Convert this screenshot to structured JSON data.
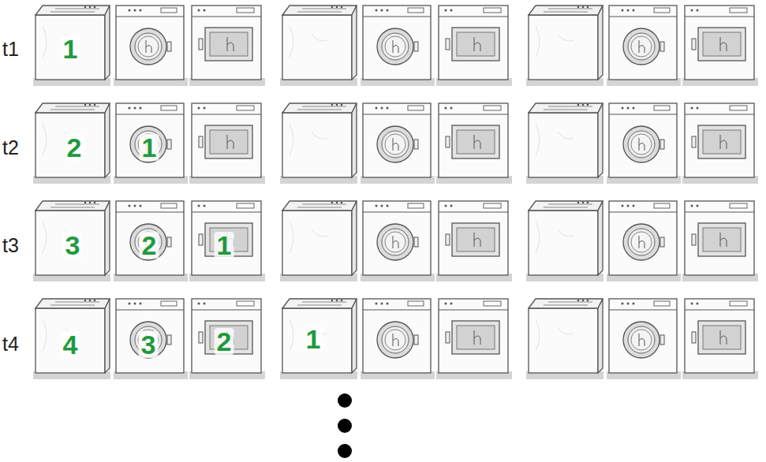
{
  "diagram": {
    "labels": [
      "t1",
      "1",
      "t2",
      "2",
      "1",
      "t3",
      "3",
      "2",
      "1",
      "t4",
      "4",
      "3",
      "2",
      "1"
    ]
  }
}
